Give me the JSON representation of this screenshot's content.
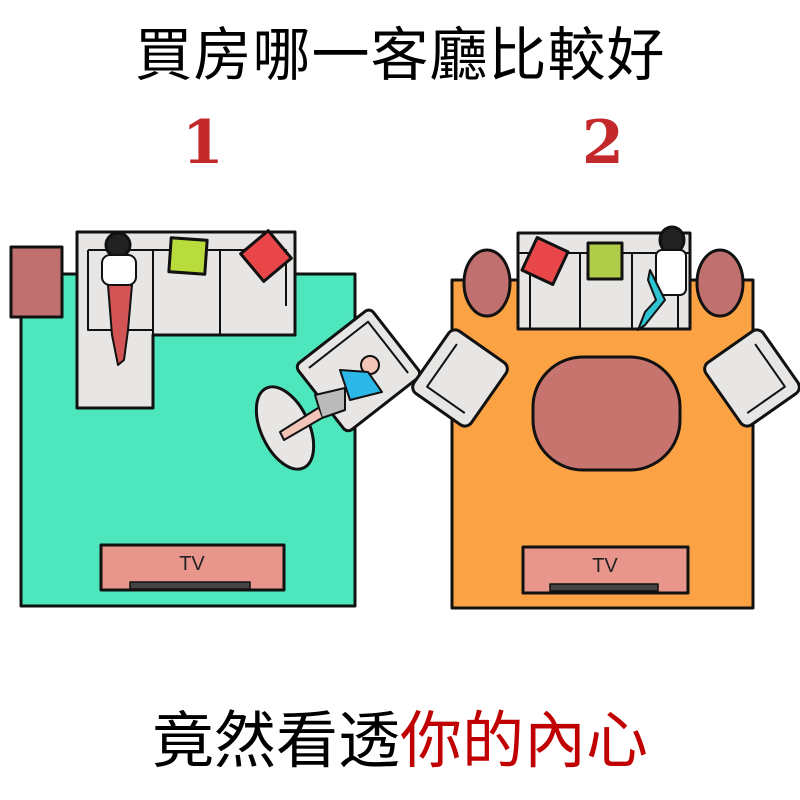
{
  "title": "買房哪一客廳比較好",
  "options": [
    {
      "number": "1",
      "tv_label": "TV"
    },
    {
      "number": "2",
      "tv_label": "TV"
    }
  ],
  "bottom_text": {
    "part1": "竟然看透",
    "part2": "你的內心"
  },
  "colors": {
    "rug1": "#4de6bd",
    "rug2": "#fba244",
    "accent_red": "#c00000"
  }
}
